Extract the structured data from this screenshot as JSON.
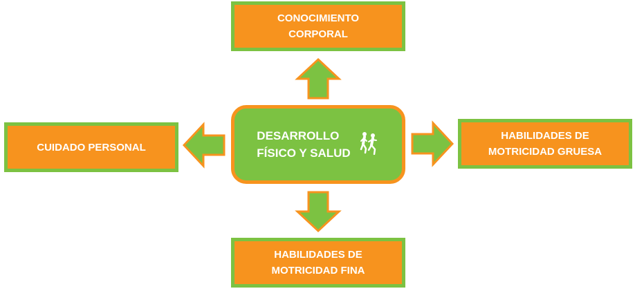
{
  "center": {
    "label": "DESARROLLO\nFÍSICO Y SALUD",
    "icon": "walking-people-icon"
  },
  "boxes": {
    "top": "CONOCIMIENTO\nCORPORAL",
    "left": "CUIDADO PERSONAL",
    "right": "HABILIDADES DE\nMOTRICIDAD GRUESA",
    "bottom": "HABILIDADES DE\nMOTRICIDAD FINA"
  },
  "colors": {
    "orange": "#f7931e",
    "green": "#7cc242"
  }
}
